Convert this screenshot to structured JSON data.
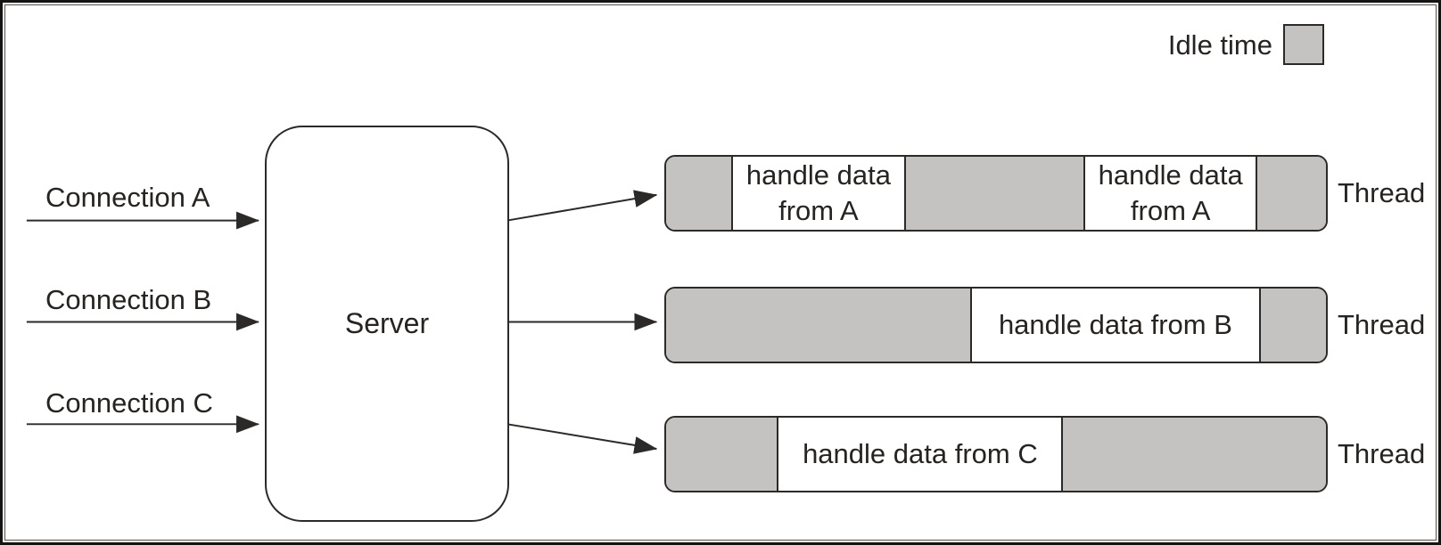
{
  "diagram": {
    "legend": {
      "label": "Idle time"
    },
    "server": {
      "label": "Server"
    },
    "connections": [
      {
        "label": "Connection A"
      },
      {
        "label": "Connection B"
      },
      {
        "label": "Connection C"
      }
    ],
    "threads": [
      {
        "label": "Thread",
        "segments": [
          {
            "type": "idle",
            "width_pct": 9.8,
            "label": ""
          },
          {
            "type": "busy",
            "width_pct": 26.6,
            "label": "handle data from A"
          },
          {
            "type": "idle",
            "width_pct": 26.9,
            "label": ""
          },
          {
            "type": "busy",
            "width_pct": 26.3,
            "label": "handle data from A"
          },
          {
            "type": "idle",
            "width_pct": 10.4,
            "label": ""
          }
        ]
      },
      {
        "label": "Thread",
        "segments": [
          {
            "type": "idle",
            "width_pct": 46.1,
            "label": ""
          },
          {
            "type": "busy",
            "width_pct": 44.0,
            "label": "handle data from B"
          },
          {
            "type": "idle",
            "width_pct": 9.9,
            "label": ""
          }
        ]
      },
      {
        "label": "Thread",
        "segments": [
          {
            "type": "idle",
            "width_pct": 16.8,
            "label": ""
          },
          {
            "type": "busy",
            "width_pct": 43.4,
            "label": "handle data from C"
          },
          {
            "type": "idle",
            "width_pct": 39.8,
            "label": ""
          }
        ]
      }
    ],
    "colors": {
      "idle": "#c4c3c1",
      "busy": "#ffffff",
      "stroke": "#2b2a29",
      "text": "#262321"
    }
  }
}
